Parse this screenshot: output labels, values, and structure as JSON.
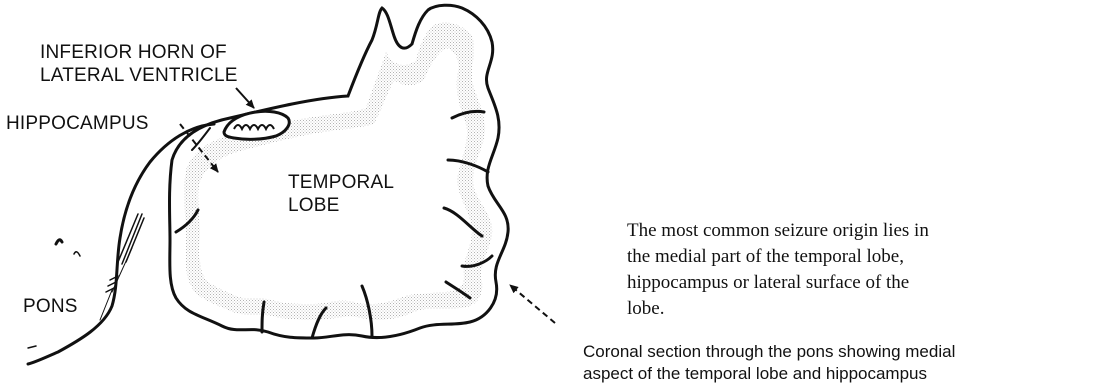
{
  "labels": {
    "inferior_horn": [
      "INFERIOR HORN OF",
      "LATERAL VENTRICLE"
    ],
    "hippocampus": "HIPPOCAMPUS",
    "temporal_lobe": [
      "TEMPORAL",
      "LOBE"
    ],
    "pons": "PONS"
  },
  "description": [
    "The most common seizure origin lies in",
    "the medial part of the temporal lobe,",
    "hippocampus or lateral surface of the",
    "lobe."
  ],
  "caption": [
    "Coronal section through the pons showing medial",
    "aspect of the temporal lobe and hippocampus"
  ],
  "colors": {
    "ink": "#111111",
    "stipple": "#9a9a9a",
    "background": "#ffffff"
  }
}
